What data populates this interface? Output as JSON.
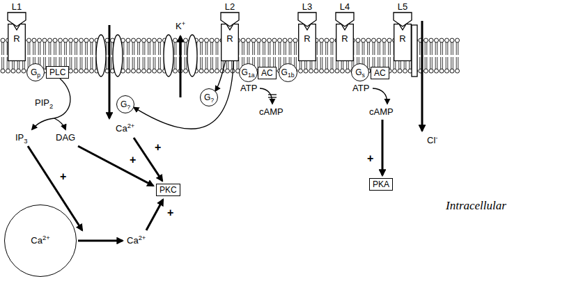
{
  "diagram": {
    "nodes": [
      {
        "text": [
          "L1"
        ]
      },
      {
        "text": [
          "R"
        ]
      },
      {
        "text": [
          "Gp"
        ]
      },
      {
        "text": [
          "PLC"
        ]
      },
      {
        "text": [
          "G?"
        ]
      },
      {
        "text": [
          "L2"
        ]
      },
      {
        "text": [
          "R"
        ]
      },
      {
        "text": [
          "G?"
        ]
      },
      {
        "text": [
          "G1a"
        ]
      },
      {
        "text": [
          "AC"
        ]
      },
      {
        "text": [
          "G1b"
        ]
      },
      {
        "text": [
          "L3"
        ]
      },
      {
        "text": [
          "R"
        ]
      },
      {
        "text": [
          "L4"
        ]
      },
      {
        "text": [
          "R"
        ]
      },
      {
        "text": [
          "Gs"
        ]
      },
      {
        "text": [
          "AC"
        ]
      },
      {
        "text": [
          "L5"
        ]
      },
      {
        "text": [
          "R"
        ]
      },
      {
        "text": [
          "PKC"
        ]
      },
      {
        "text": [
          "PKA"
        ]
      },
      {
        "text": [
          "Ca2+"
        ]
      }
    ],
    "edges": [
      {
        "from": 6,
        "to": 7,
        "arrow": "to"
      },
      {
        "from": 6,
        "to": 4,
        "arrow": "to"
      }
    ],
    "labels": [
      "K+",
      "PIP2",
      "IP3",
      "DAG",
      "Ca2+",
      "+",
      "+",
      "Ca2+",
      "+",
      "+",
      "ATP",
      "cAMP",
      "ATP",
      "cAMP",
      "+",
      "Cl-",
      "Intracellular"
    ]
  }
}
